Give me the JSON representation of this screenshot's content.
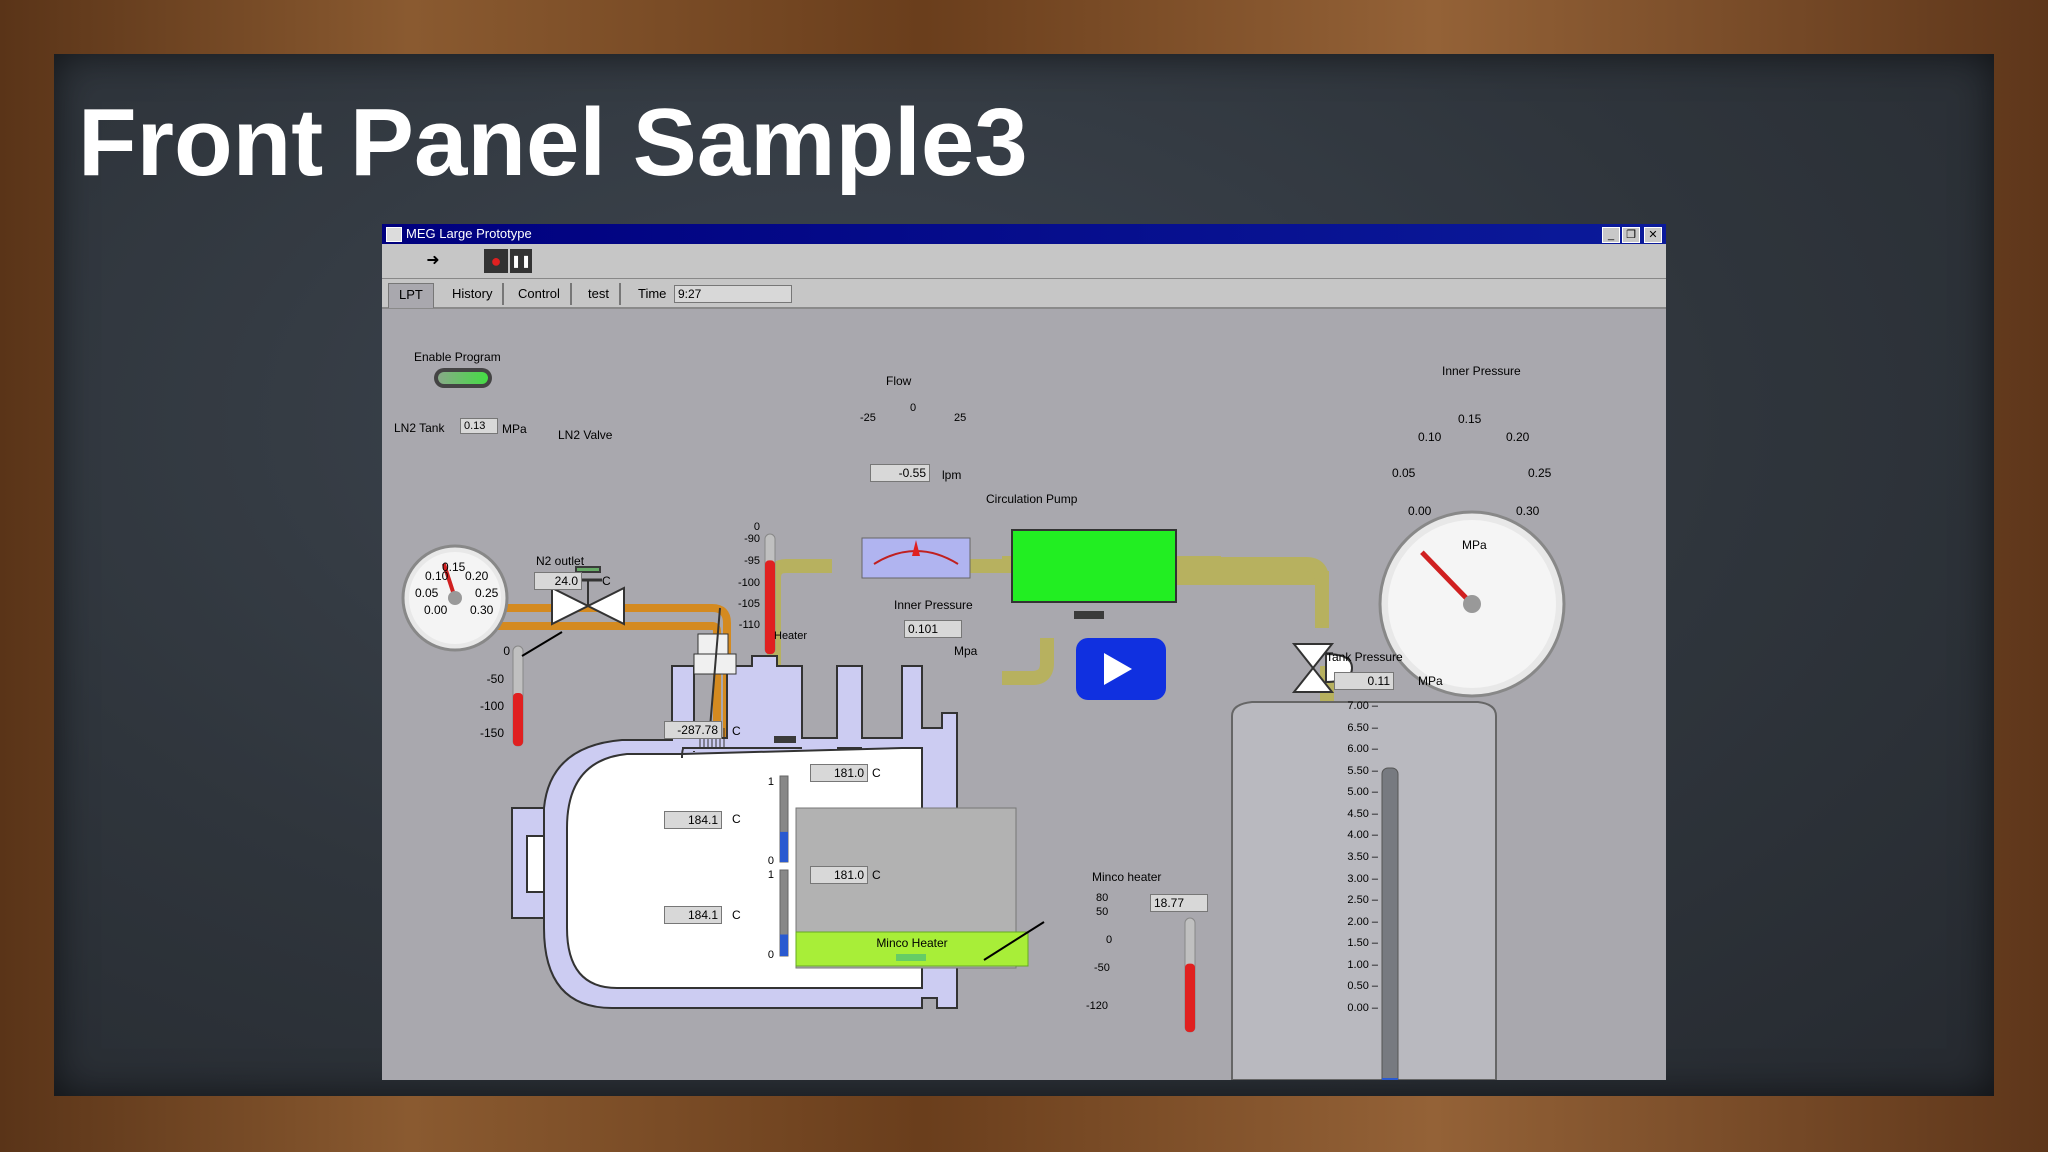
{
  "slide": {
    "title": "Front Panel Sample3"
  },
  "window": {
    "title": "MEG Large Prototype",
    "min": "_",
    "restore": "❐",
    "close": "✕"
  },
  "toolbar": {
    "run": "➜",
    "stop": "●",
    "pause": "❚❚"
  },
  "tabs": [
    "LPT",
    "History",
    "Control",
    "test"
  ],
  "time": {
    "label": "Time",
    "value": "9:27"
  },
  "enable_program": {
    "label": "Enable Program",
    "on": true
  },
  "ln2_tank": {
    "label": "LN2 Tank",
    "value": "0.13",
    "unit": "MPa",
    "dial_labels": [
      "0.15",
      "0.10",
      "0.20",
      "0.05",
      "0.25",
      "0.00",
      "0.30"
    ],
    "needle": 0.13
  },
  "ln2_valve": {
    "label": "LN2 Valve"
  },
  "n2_outlet": {
    "label": "N2 outlet",
    "value": "24.0",
    "unit": "C",
    "ticks": [
      "0",
      "-50",
      "-100",
      "-150"
    ],
    "level": 0.53
  },
  "column_thermo": {
    "ticks": [
      "0",
      "-90",
      "-95",
      "-100",
      "-105",
      "-110"
    ],
    "level": 0.78
  },
  "flow": {
    "label": "Flow",
    "scale_left": "-25",
    "scale_mid": "0",
    "scale_right": "25",
    "value": "-0.55",
    "unit": "lpm"
  },
  "circulation_pump": {
    "label": "Circulation Pump",
    "indicator_color": "#22ee22"
  },
  "inner_pressure_gauge": {
    "label": "Inner Pressure",
    "unit": "MPa",
    "dial_labels": [
      "0.15",
      "0.10",
      "0.20",
      "0.05",
      "0.25",
      "0.00",
      "0.30"
    ],
    "needle": 0.101
  },
  "inner_pressure": {
    "label": "Inner Pressure",
    "value": "0.101",
    "unit": "Mpa"
  },
  "heater": {
    "label": "Heater"
  },
  "temps": [
    {
      "value": "-287.78",
      "unit": "C"
    },
    {
      "value": "184.1",
      "unit": "C"
    },
    {
      "value": "184.1",
      "unit": "C"
    }
  ],
  "small_bar_ticks": [
    "1",
    "0"
  ],
  "small_bars": [
    0.35,
    0.25
  ],
  "inner_temps": [
    {
      "value": "181.0",
      "unit": "C"
    },
    {
      "value": "181.0",
      "unit": "C"
    }
  ],
  "minco_heater_button": {
    "label": "Minco Heater"
  },
  "minco_heater": {
    "label": "Minco heater",
    "value": "18.77",
    "ticks": [
      "80",
      "50",
      "0",
      "-50",
      "-120"
    ],
    "level": 0.6
  },
  "tank_pressure": {
    "label": "Tank Pressure",
    "value": "0.11",
    "unit": "MPa",
    "ticks": [
      "7.00",
      "6.50",
      "6.00",
      "5.50",
      "5.00",
      "4.50",
      "4.00",
      "3.50",
      "3.00",
      "2.50",
      "2.00",
      "1.50",
      "1.00",
      "0.50",
      "0.00"
    ],
    "level": 0.11
  }
}
